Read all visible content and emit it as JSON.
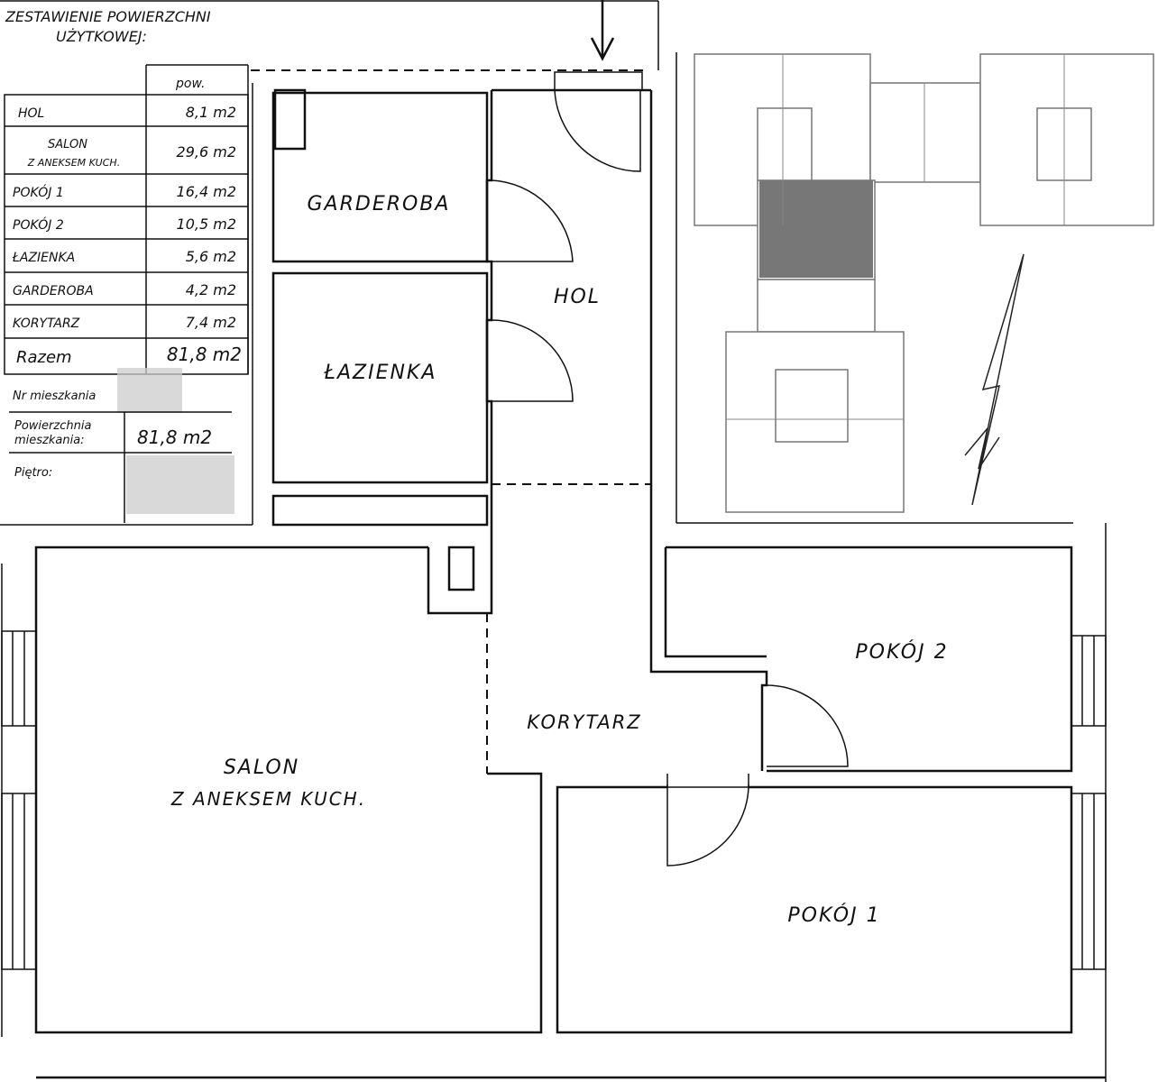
{
  "summary": {
    "title_line1": "ZESTAWIENIE  POWIERZCHNI",
    "title_line2": "UŻYTKOWEJ:",
    "column_header": "pow.",
    "rows": [
      {
        "name": "HOL",
        "area": "8,1  m2"
      },
      {
        "name": "SALON",
        "name2": "Z ANEKSEM KUCH.",
        "area": "29,6  m2"
      },
      {
        "name": "POKÓJ  1",
        "area": "16,4  m2"
      },
      {
        "name": "POKÓJ  2",
        "area": "10,5  m2"
      },
      {
        "name": "ŁAZIENKA",
        "area": "5,6  m2"
      },
      {
        "name": "GARDEROBA",
        "area": "4,2  m2"
      },
      {
        "name": "KORYTARZ",
        "area": "7,4  m2"
      }
    ],
    "total_label": "Razem",
    "total_area": "81,8  m2",
    "apartment_no_label": "Nr  mieszkania",
    "apartment_area_label1": "Powierzchnia",
    "apartment_area_label2": "mieszkania:",
    "apartment_area": "81,8  m2",
    "floor_label": "Piętro:"
  },
  "rooms": {
    "garderoba": "GARDEROBA",
    "lazienka": "ŁAZIENKA",
    "hol": "HOL",
    "korytarz": "KORYTARZ",
    "salon1": "SALON",
    "salon2": "Z  ANEKSEM  KUCH.",
    "pokoj1": "POKÓJ  1",
    "pokoj2": "POKÓJ  2"
  },
  "colors": {
    "highlight": "#777777",
    "line": "#111111"
  }
}
